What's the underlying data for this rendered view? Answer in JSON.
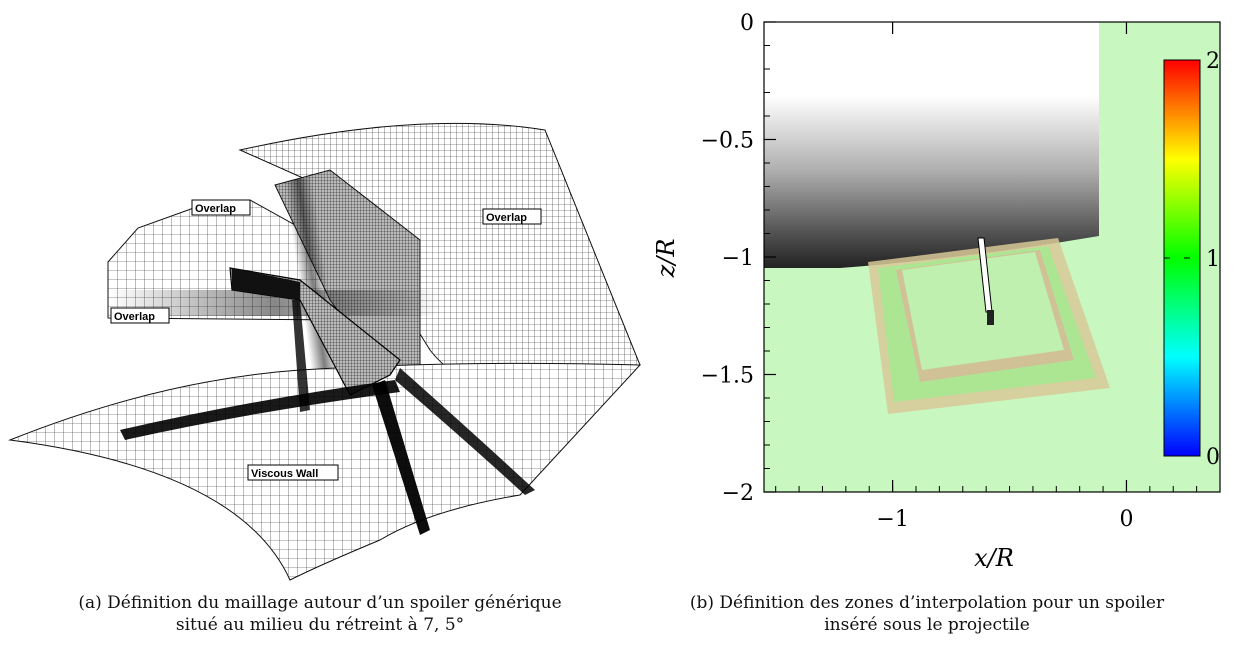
{
  "figure_a": {
    "labels": [
      "Overlap",
      "Overlap",
      "Overlap",
      "Viscous Wall"
    ],
    "caption_line1": "(a) Définition du maillage autour d’un spoiler générique",
    "caption_line2": "situé au milieu du rétreint à 7, 5°"
  },
  "figure_b": {
    "caption_line1": "(b) Définition des zones d’interpolation pour un spoiler",
    "caption_line2": "inséré sous le projectile"
  },
  "chart_data": {
    "type": "heatmap",
    "xlabel": "x/R",
    "ylabel": "z/R",
    "xlim": [
      -1.55,
      0.4
    ],
    "ylim": [
      -2,
      0
    ],
    "x_ticks": [
      "−1",
      "0"
    ],
    "x_tick_values": [
      -1,
      0
    ],
    "y_ticks": [
      "0",
      "−0.5",
      "−1",
      "−1.5",
      "−2"
    ],
    "y_tick_values": [
      0,
      -0.5,
      -1,
      -1.5,
      -2
    ],
    "colorbar": {
      "min": 0,
      "max": 2,
      "ticks": [
        "0",
        "1",
        "2"
      ],
      "tick_values": [
        0,
        1,
        2
      ],
      "colors": [
        "#0000ff",
        "#00ffff",
        "#00ff00",
        "#ffff00",
        "#ff0000"
      ]
    },
    "background_color": "#c8f7c0",
    "grid": false
  }
}
